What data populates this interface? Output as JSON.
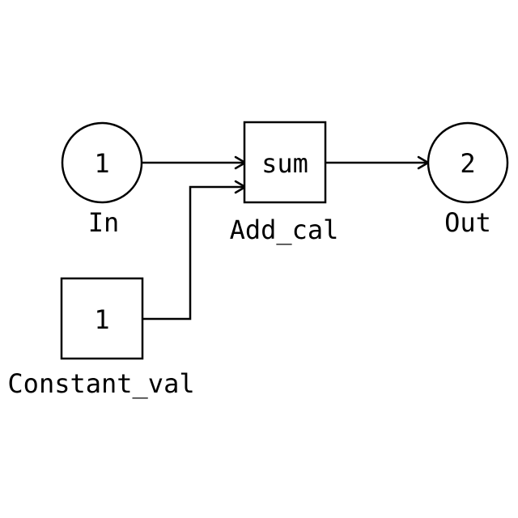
{
  "blocks": {
    "inport": {
      "value": "1",
      "label": "In"
    },
    "constant": {
      "value": "1",
      "label": "Constant_val"
    },
    "add": {
      "value": "sum",
      "label": "Add_cal"
    },
    "outport": {
      "value": "2",
      "label": "Out"
    }
  },
  "colors": {
    "stroke": "#000000",
    "background": "#ffffff"
  }
}
